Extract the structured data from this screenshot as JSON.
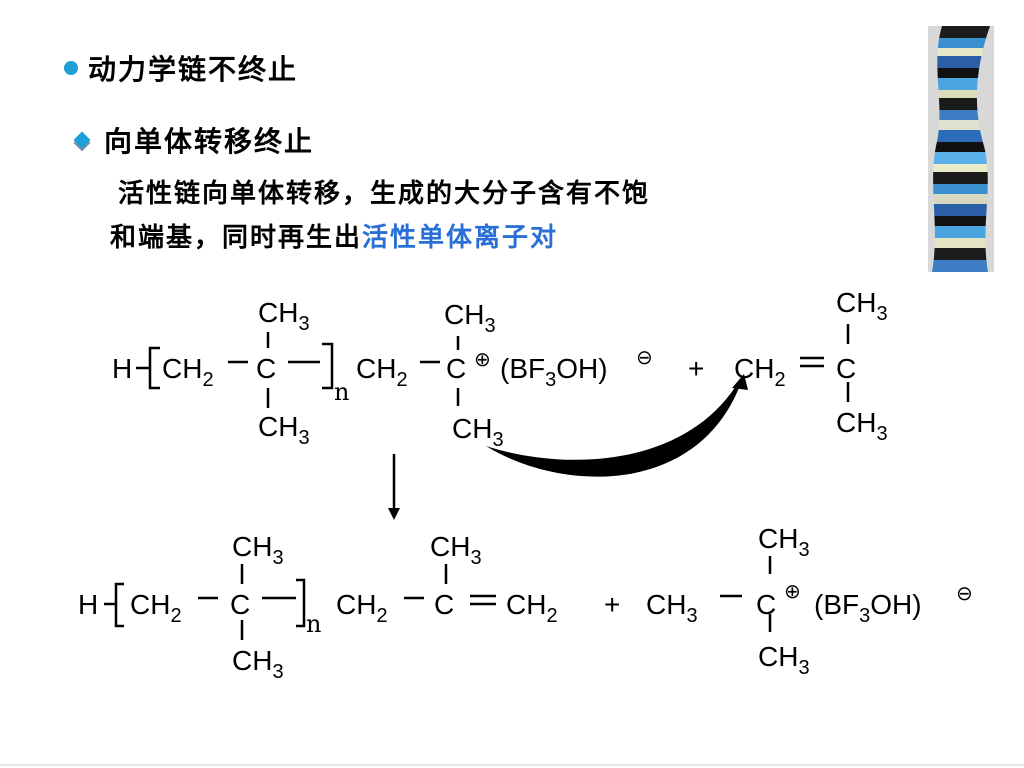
{
  "bullets": {
    "level1": "动力学链不终止",
    "level2": "向单体转移终止"
  },
  "paragraph": {
    "line1": "活性链向单体转移，生成的大分子含有不饱",
    "line2_prefix": "和端基，同时再生出",
    "line2_highlight": "活性单体离子对"
  },
  "colors": {
    "bullet": "#1f9fd6",
    "highlight": "#2a6fd6"
  },
  "reaction": {
    "row1": {
      "h": "H",
      "ch2a": "CH",
      "c1": "C",
      "ch3_top1": "CH",
      "ch3_bot1": "CH",
      "n": "n",
      "ch2b": "CH",
      "c2": "C",
      "ch3_top2": "CH",
      "ch3_bot2": "CH",
      "plus_charge": "⊕",
      "counter_ion": "(BF",
      "counter_ion_tail": "OH)",
      "minus_charge": "⊖",
      "plus": "+",
      "mono_ch2": "CH",
      "mono_c": "C",
      "mono_ch3_top": "CH",
      "mono_ch3_bot": "CH"
    },
    "row2": {
      "h": "H",
      "ch2a": "CH",
      "c1": "C",
      "ch3_top1": "CH",
      "ch3_bot1": "CH",
      "n": "n",
      "ch2b": "CH",
      "c2": "C",
      "ch3_top2": "CH",
      "end_ch2": "CH",
      "plus": "+",
      "ch3_left": "CH",
      "c3": "C",
      "plus_charge": "⊕",
      "ch3_top3": "CH",
      "ch3_bot3": "CH",
      "counter_ion": "(BF",
      "counter_ion_tail": "OH)",
      "minus_charge": "⊖"
    },
    "subs": {
      "two": "2",
      "three": "3"
    }
  }
}
